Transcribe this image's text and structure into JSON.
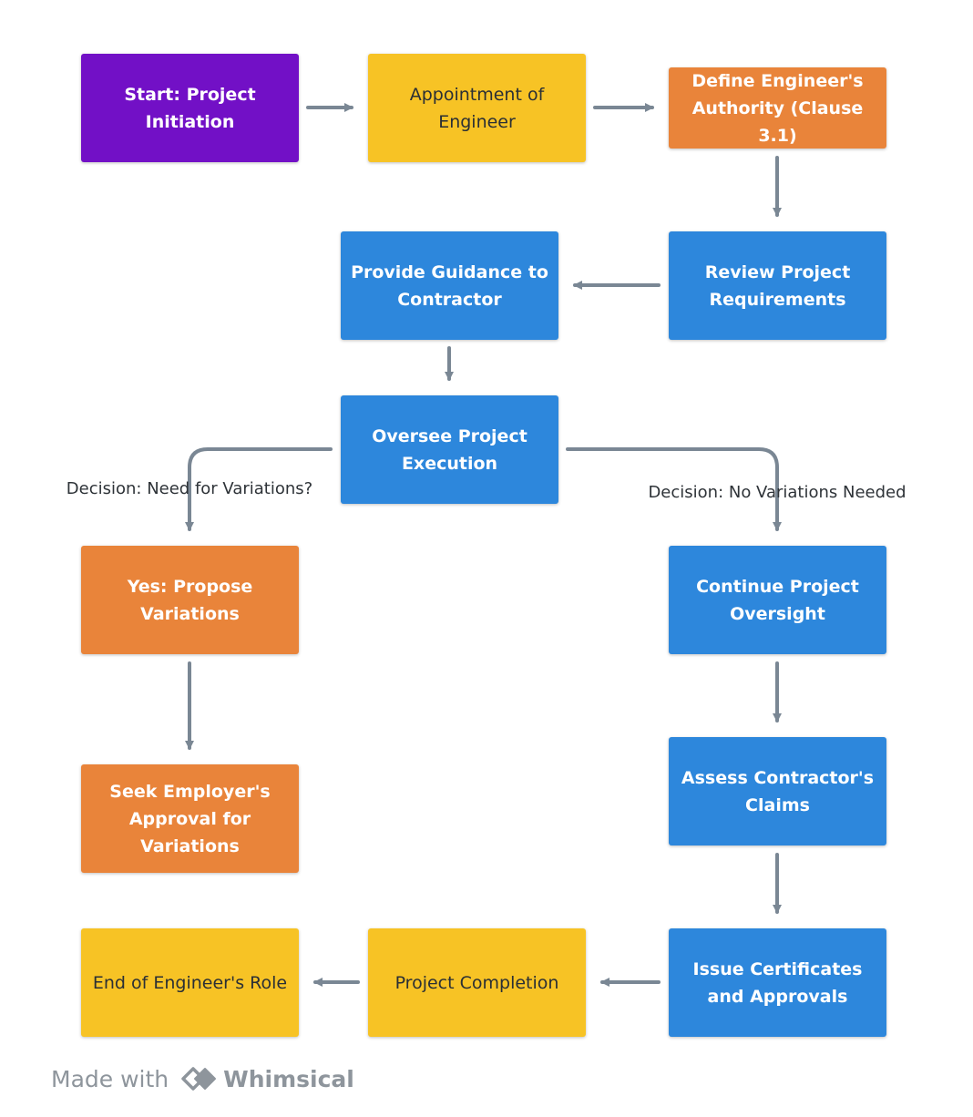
{
  "colors": {
    "purple": "#7210c6",
    "yellow": "#f7c325",
    "orange": "#e9843a",
    "blue": "#2d87dc",
    "edge": "#7a8794"
  },
  "nodes": {
    "start": {
      "label": "Start: Project Initiation"
    },
    "appointment": {
      "label": "Appointment of Engineer"
    },
    "define_authority": {
      "label": "Define Engineer's Authority (Clause 3.1)"
    },
    "review_requirements": {
      "label": "Review Project Requirements"
    },
    "provide_guidance": {
      "label": "Provide Guidance to Contractor"
    },
    "oversee_execution": {
      "label": "Oversee Project Execution"
    },
    "propose_variations": {
      "label": "Yes: Propose Variations"
    },
    "seek_approval": {
      "label": "Seek Employer's Approval for Variations"
    },
    "continue_oversight": {
      "label": "Continue Project Oversight"
    },
    "assess_claims": {
      "label": "Assess Contractor's Claims"
    },
    "issue_certificates": {
      "label": "Issue Certificates and Approvals"
    },
    "project_completion": {
      "label": "Project Completion"
    },
    "end_role": {
      "label": "End of Engineer's Role"
    }
  },
  "edge_labels": {
    "need_variations": "Decision: Need for Variations?",
    "no_variations": "Decision: No Variations Needed"
  },
  "footer": {
    "prefix": "Made with",
    "brand": "Whimsical",
    "logo_icon": "whimsical-logo-icon"
  }
}
